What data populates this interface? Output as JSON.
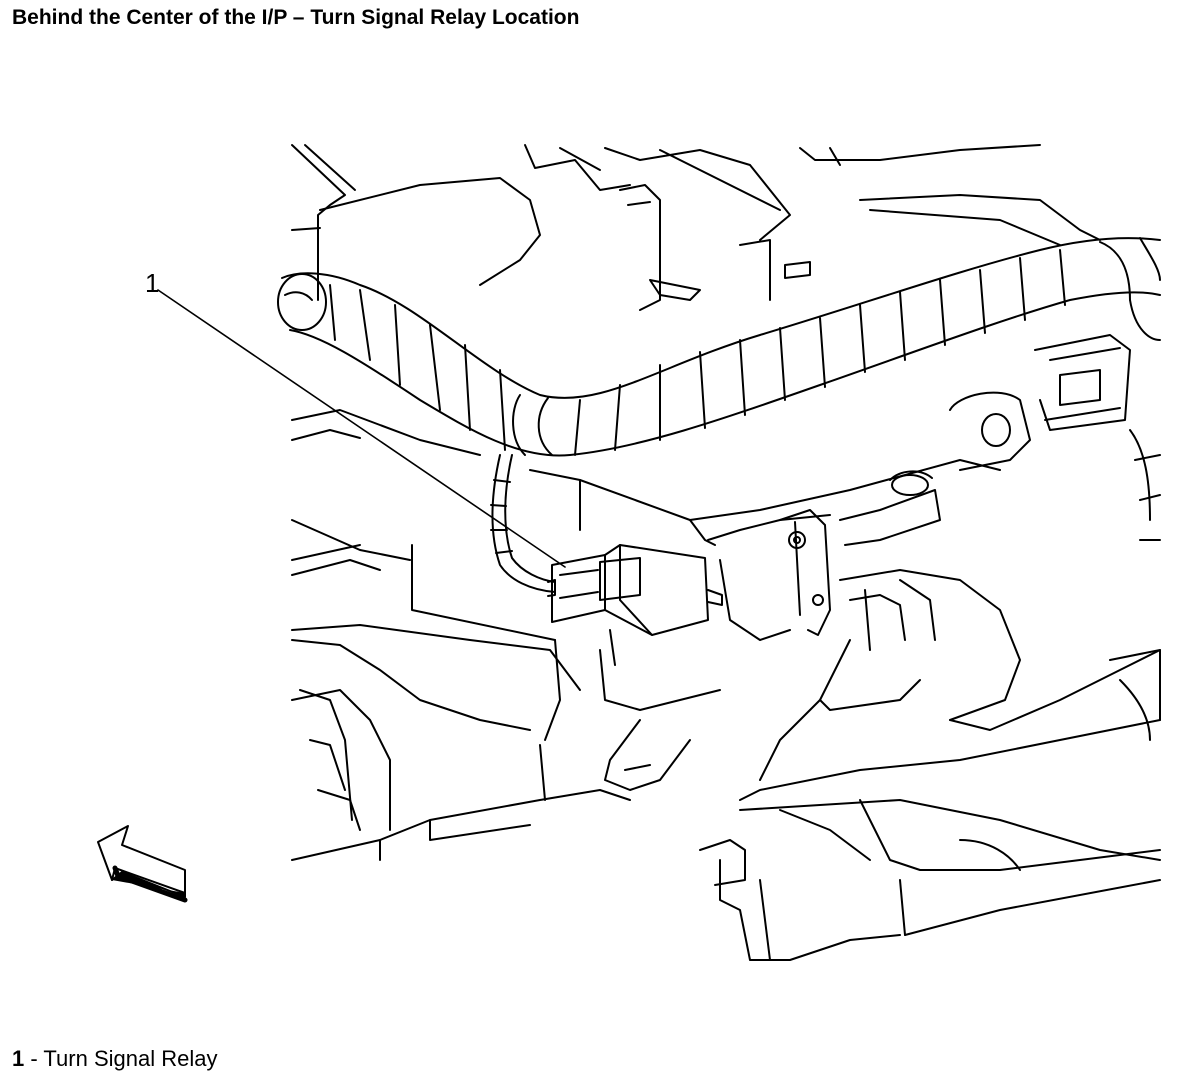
{
  "header": {
    "title": "Behind the Center of the I/P – Turn Signal Relay Location"
  },
  "diagram": {
    "callouts": [
      {
        "number": "1"
      }
    ],
    "legend": [
      {
        "number": "1",
        "separator": " - ",
        "label": "Turn Signal Relay"
      }
    ],
    "colors": {
      "line": "#000000",
      "background": "#ffffff"
    },
    "icons": [
      "view-direction-arrow-icon"
    ]
  }
}
